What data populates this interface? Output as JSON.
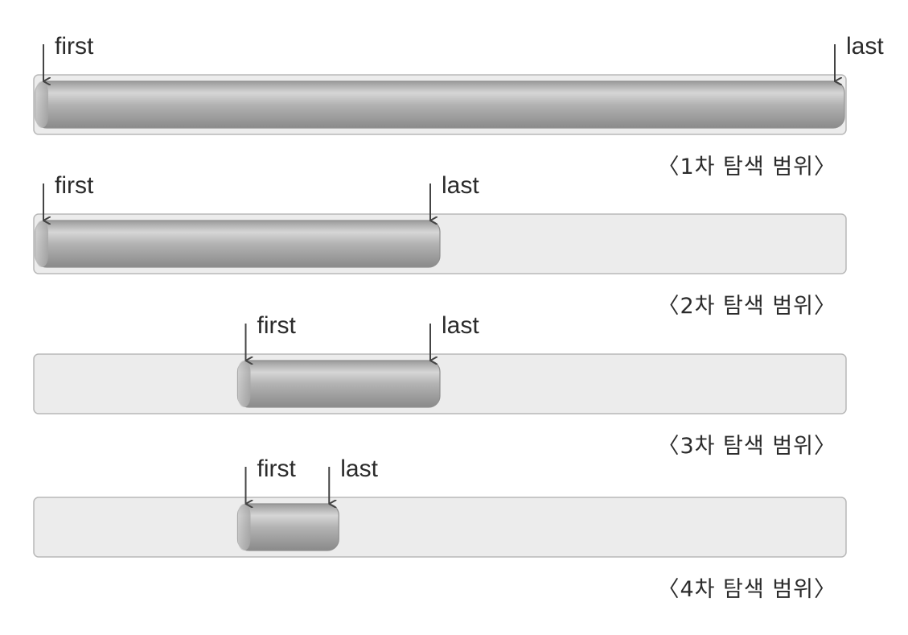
{
  "rows": [
    {
      "first_label": "first",
      "last_label": "last",
      "caption": "〈1차 탐색 범위〉",
      "range": {
        "first": 0,
        "last": 1
      }
    },
    {
      "first_label": "first",
      "last_label": "last",
      "caption": "〈2차 탐색 범위〉",
      "range": {
        "first": 0,
        "last": 0.5
      }
    },
    {
      "first_label": "first",
      "last_label": "last",
      "caption": "〈3차 탐색 범위〉",
      "range": {
        "first": 0.25,
        "last": 0.5
      }
    },
    {
      "first_label": "first",
      "last_label": "last",
      "caption": "〈4차 탐색 범위〉",
      "range": {
        "first": 0.25,
        "last": 0.375
      }
    }
  ],
  "colors": {
    "track_fill": "#ececec",
    "track_stroke": "#b8b8b8",
    "range_mid": "#b5b5b5",
    "range_edge": "#8f8f8f",
    "arrow": "#444444"
  }
}
